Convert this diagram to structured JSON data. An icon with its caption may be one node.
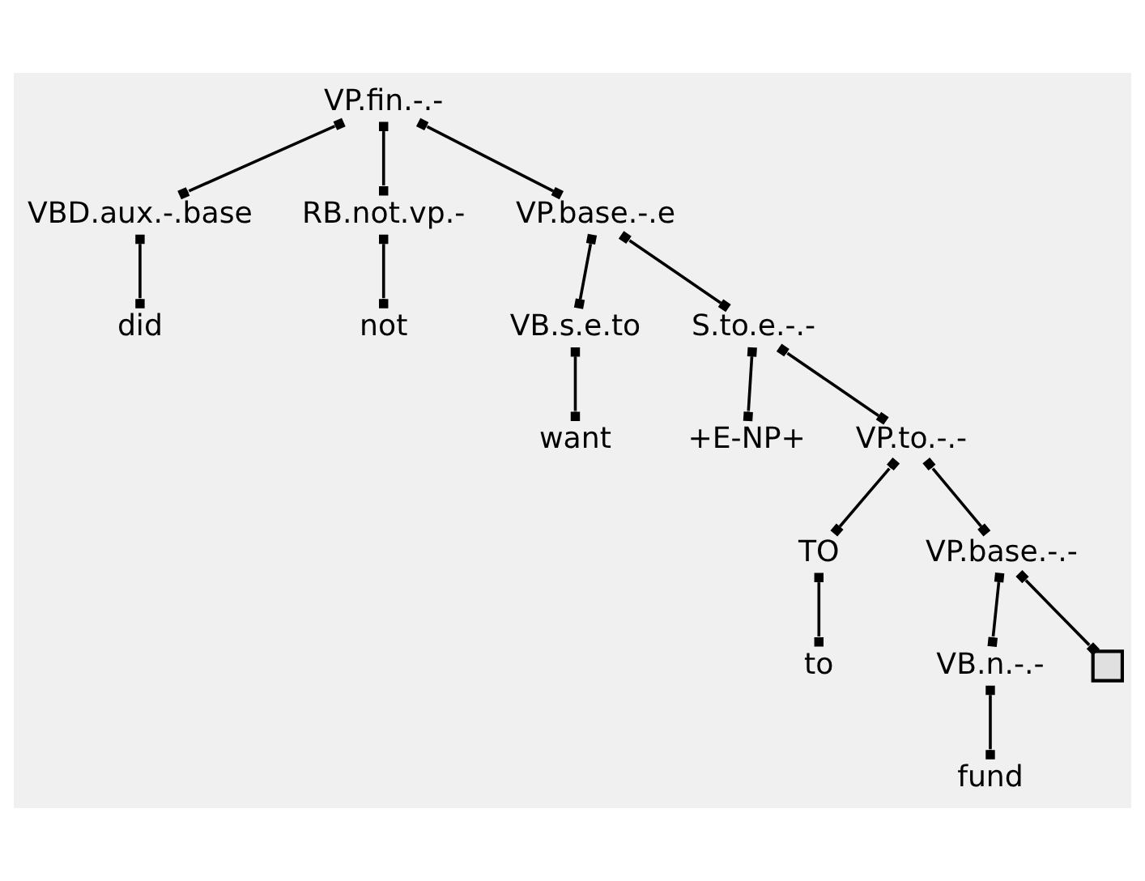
{
  "diagram": {
    "nodes": [
      {
        "text": [
          "VP.fin.-.-"
        ]
      },
      {
        "text": [
          "VBD.aux.-.base"
        ]
      },
      {
        "text": [
          "RB.not.vp.-"
        ]
      },
      {
        "text": [
          "VP.base.-.e"
        ]
      },
      {
        "text": [
          "did"
        ]
      },
      {
        "text": [
          "not"
        ]
      },
      {
        "text": [
          "VB.s.e.to"
        ]
      },
      {
        "text": [
          "S.to.e.-.-"
        ]
      },
      {
        "text": [
          "want"
        ]
      },
      {
        "text": [
          "+E-NP+"
        ]
      },
      {
        "text": [
          "VP.to.-.-"
        ]
      },
      {
        "text": [
          "TO"
        ]
      },
      {
        "text": [
          "VP.base.-.-"
        ]
      },
      {
        "text": [
          "to"
        ]
      },
      {
        "text": [
          "VB.n.-.-"
        ]
      },
      {
        "text": [],
        "shape": "box"
      },
      {
        "text": [
          "fund"
        ]
      }
    ],
    "edges": [
      {
        "from": 0,
        "to": 1,
        "arrow": "other"
      },
      {
        "from": 0,
        "to": 2,
        "arrow": "other"
      },
      {
        "from": 0,
        "to": 3,
        "arrow": "other"
      },
      {
        "from": 1,
        "to": 4,
        "arrow": "other"
      },
      {
        "from": 2,
        "to": 5,
        "arrow": "other"
      },
      {
        "from": 3,
        "to": 6,
        "arrow": "other"
      },
      {
        "from": 3,
        "to": 7,
        "arrow": "other"
      },
      {
        "from": 6,
        "to": 8,
        "arrow": "other"
      },
      {
        "from": 7,
        "to": 9,
        "arrow": "other"
      },
      {
        "from": 7,
        "to": 10,
        "arrow": "other"
      },
      {
        "from": 10,
        "to": 11,
        "arrow": "other"
      },
      {
        "from": 10,
        "to": 12,
        "arrow": "other"
      },
      {
        "from": 11,
        "to": 13,
        "arrow": "other"
      },
      {
        "from": 12,
        "to": 14,
        "arrow": "other"
      },
      {
        "from": 12,
        "to": 15,
        "arrow": "other"
      },
      {
        "from": 14,
        "to": 16,
        "arrow": "other"
      }
    ]
  }
}
